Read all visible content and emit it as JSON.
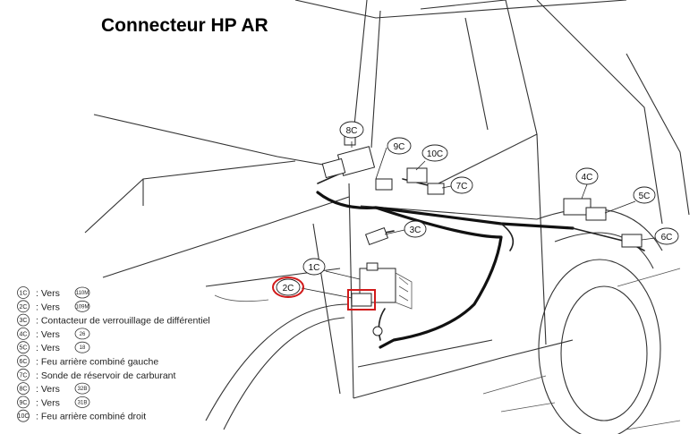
{
  "title": "Connecteur HP AR",
  "highlight_color": "#d11a1a",
  "callouts": {
    "c1": "1C",
    "c2": "2C",
    "c3": "3C",
    "c4": "4C",
    "c5": "5C",
    "c6": "6C",
    "c7": "7C",
    "c8": "8C",
    "c9": "9C",
    "c10": "10C"
  },
  "legend": [
    {
      "code": "1C",
      "text": ": Vers",
      "ref": "110M"
    },
    {
      "code": "2C",
      "text": ": Vers",
      "ref": "109M"
    },
    {
      "code": "3C",
      "text": ": Contacteur de verrouillage de différentiel",
      "ref": ""
    },
    {
      "code": "4C",
      "text": ": Vers",
      "ref": "26"
    },
    {
      "code": "5C",
      "text": ": Vers",
      "ref": "18"
    },
    {
      "code": "6C",
      "text": ": Feu arrière combiné gauche",
      "ref": ""
    },
    {
      "code": "7C",
      "text": ": Sonde de réservoir de carburant",
      "ref": ""
    },
    {
      "code": "8C",
      "text": ": Vers",
      "ref": "32B"
    },
    {
      "code": "9C",
      "text": ": Vers",
      "ref": "31B"
    },
    {
      "code": "10C",
      "text": ": Feu arrière combiné droit",
      "ref": ""
    }
  ]
}
